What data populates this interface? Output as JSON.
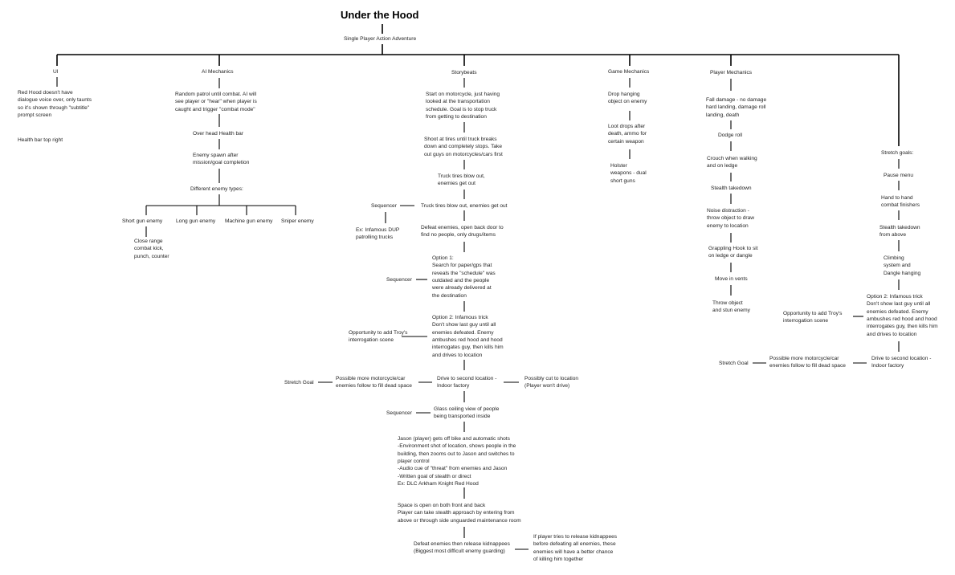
{
  "title": "Under the Hood",
  "subtitle": "Single Player Action Adventure",
  "ui": {
    "heading": "UI",
    "notes": [
      "Red Hood doesn't have\ndialogue voice over, only taunts\nso it's shown through \"subtitle\"\nprompt screen",
      "Health bar top right"
    ]
  },
  "ai": {
    "heading": "AI Mechanics",
    "nodes": [
      "Random patrol until combat. AI will\nsee player or \"hear\" when player is\ncaught and trigger \"combat mode\"",
      "Over head Health bar",
      "Enemy spawn after\nmission/goal completion",
      "Different enemy types:"
    ],
    "enemy_types": [
      "Short gun enemy",
      "Long gun enemy",
      "Machine gun enemy",
      "Sniper enemy"
    ],
    "short_gun_detail": "Close range\ncombat kick,\npunch, counter"
  },
  "storybeats": {
    "heading": "Storybeats",
    "nodes": [
      "Start on motorcycle, just having\nlooked at the transportation\nschedule. Goal is to stop truck\nfrom getting to destination",
      "Shoot at tires until truck breaks\ndown and completely stops. Take\nout guys on motorcycles/cars first",
      "Truck tires blow out,\nenemies get out",
      "Truck tires blow out, enemies get out",
      "Defeat enemies, open back door to\nfind no people, only drugs/items",
      "Option 1:\nSearch for paper/gps that\nreveals the \"schedule\" was\noutdated and the people\nwere already delivered at\nthe destination",
      "Option 2: Infamous trick\nDon't show last guy until all\nenemies defeated. Enemy\nambushes red hood and hood\ninterrogates guy, then kills him\nand drives to location",
      "Drive to second location -\nIndoor factory",
      "Glass ceiling view of people\nbeing transported inside",
      "Jason (player) gets off bike and automatic shots\n-Environment shot of location, shows people in the\nbuilding, then zooms out to Jason and switches to\nplayer control\n-Audio cue of \"threat\" from enemies and Jason\n-Written goal of stealth or direct\nEx: DLC Arkham Knight Red Hood",
      "Space is open on both front and back\nPlayer can take stealth approach by entering from\nabove or through side unguarded maintenance room",
      "Defeat enemies then release kidnappees\n(Biggest most difficult enemy guarding)"
    ],
    "side_notes": {
      "sequencer_1": "Sequencer",
      "dlc_example": "Ex: Infamous DUP\npatrolling trucks",
      "sequencer_2": "Sequencer",
      "troy_opportunity": "Opportunity to add Troy's\ninterrogation scene",
      "stretch_goal": "Stretch Goal",
      "more_enemies": "Possible more motorcycle/car\nenemies follow to fill dead space",
      "cut_to_location": "Possibly cut to location\n(Player won't drive)",
      "sequencer_3": "Sequencer",
      "release_warning": "If player tries to release kidnappees\nbefore defeating all enemies, these\nenemies will have a better chance\nof killing him together"
    }
  },
  "game_mechanics": {
    "heading": "Game Mechanics",
    "nodes": [
      "Drop hanging\nobject on enemy",
      "Loot drops after\ndeath, ammo for\ncertain weapon",
      "Holster\nweapons - dual\nshort guns"
    ]
  },
  "player_mechanics": {
    "heading": "Player Mechanics",
    "nodes": [
      "Fall damage - no damage\nhard landing, damage roll\nlanding, death",
      "Dodge roll",
      "Crouch when walking\nand on ledge",
      "Stealth takedown",
      "Noise distraction -\nthrow object to draw\nenemy to location",
      "Grappling Hook to sit\non ledge or dangle",
      "Move in vents",
      "Throw object\nand stun enemy"
    ]
  },
  "stretch": {
    "heading": "Stretch goals:",
    "nodes": [
      "Pause menu",
      "Hand to hand\ncombat finishers",
      "Stealth takedown\nfrom above",
      "Climbing\nsystem and\nDangle hanging",
      "Option 2: Infamous trick\nDon't show last guy until all\nenemies defeated. Enemy\nambushes red hood and hood\ninterrogates guy, then kills him\nand drives to location",
      "Drive to second location -\nIndoor factory"
    ],
    "troy_opportunity": "Opportunity to add Troy's\ninterrogation scene",
    "more_enemies": "Possible more motorcycle/car\nenemies follow to fill dead space",
    "stretch_goal": "Stretch Goal"
  }
}
